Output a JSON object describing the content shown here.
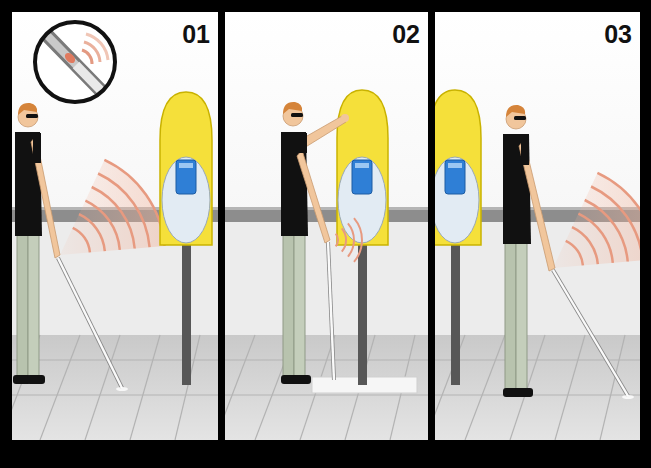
{
  "diagram": {
    "nodes": [
      {
        "text": [
          "01"
        ]
      },
      {
        "text": [
          "02"
        ]
      },
      {
        "text": [
          "03"
        ]
      }
    ]
  }
}
